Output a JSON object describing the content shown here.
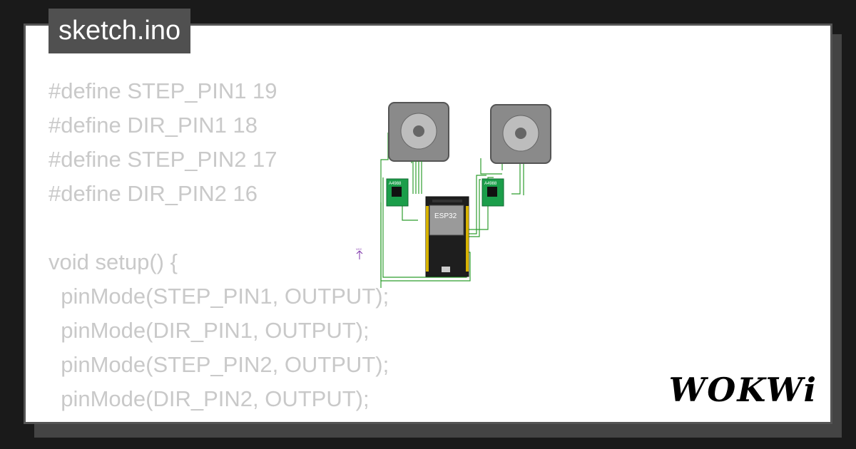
{
  "file": {
    "name": "sketch.ino"
  },
  "code_lines": [
    "#define STEP_PIN1 19",
    "#define DIR_PIN1 18",
    "#define STEP_PIN2 17",
    "#define DIR_PIN2 16",
    "",
    "void setup() {",
    "  pinMode(STEP_PIN1, OUTPUT);",
    "  pinMode(DIR_PIN1, OUTPUT);",
    "  pinMode(STEP_PIN2, OUTPUT);",
    "  pinMode(DIR_PIN2, OUTPUT);",
    "}"
  ],
  "diagram": {
    "board_label": "ESP32",
    "driver_left_label": "A4988",
    "driver_right_label": "A4988",
    "vcc_label": "VCC"
  },
  "brand": {
    "logo_text": "WOKWi"
  },
  "colors": {
    "wire_green": "#2e9e2e",
    "board": "#1e1e1e",
    "driver": "#1b9e4a",
    "motor": "#8a8a8a",
    "vcc": "#7b2fa8"
  }
}
